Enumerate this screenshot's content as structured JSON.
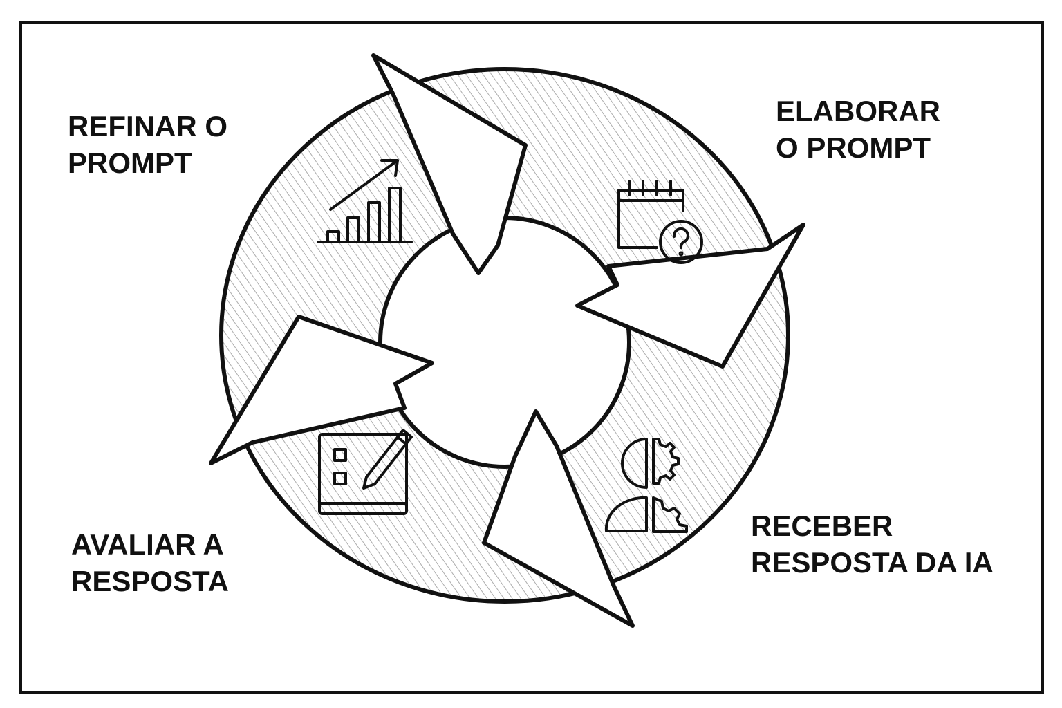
{
  "diagram": {
    "type": "cycle",
    "colors": {
      "ink": "#111111",
      "background": "#ffffff"
    },
    "steps": [
      {
        "id": "elaborar",
        "line1": "ELABORAR",
        "line2": "O PROMPT",
        "icon": "calendar-question-icon"
      },
      {
        "id": "receber",
        "line1": "RECEBER",
        "line2": "RESPOSTA DA IA",
        "icon": "head-gear-icon"
      },
      {
        "id": "avaliar",
        "line1": "AVALIAR A",
        "line2": "RESPOSTA",
        "icon": "checklist-pencil-icon"
      },
      {
        "id": "refinar",
        "line1": "REFINAR O",
        "line2": "PROMPT",
        "icon": "growth-chart-icon"
      }
    ]
  }
}
